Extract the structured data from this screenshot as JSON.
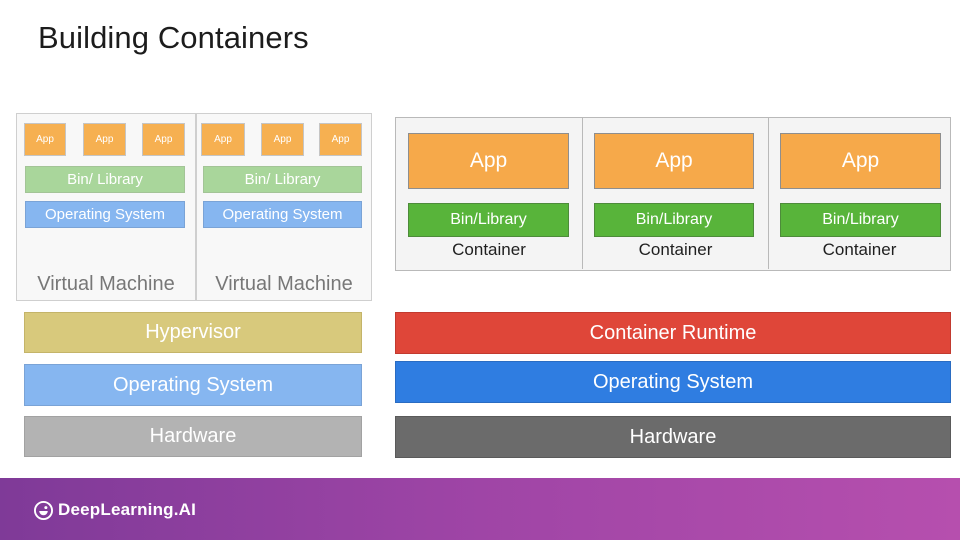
{
  "title": "Building Containers",
  "vm_stack": {
    "machines": [
      {
        "apps": [
          "App",
          "App",
          "App"
        ],
        "bin_library": "Bin/ Library",
        "os": "Operating System",
        "label": "Virtual Machine"
      },
      {
        "apps": [
          "App",
          "App",
          "App"
        ],
        "bin_library": "Bin/ Library",
        "os": "Operating System",
        "label": "Virtual Machine"
      }
    ],
    "hypervisor": "Hypervisor",
    "os": "Operating System",
    "hardware": "Hardware"
  },
  "container_stack": {
    "containers": [
      {
        "app": "App",
        "bin_library": "Bin/Library",
        "label": "Container"
      },
      {
        "app": "App",
        "bin_library": "Bin/Library",
        "label": "Container"
      },
      {
        "app": "App",
        "bin_library": "Bin/Library",
        "label": "Container"
      }
    ],
    "runtime": "Container Runtime",
    "os": "Operating System",
    "hardware": "Hardware"
  },
  "footer": {
    "brand": "DeepLearning.AI",
    "logo_icon": "deeplearning-logo-icon"
  },
  "colors": {
    "app": "#f6a94a",
    "bin_library": "#58b43a",
    "os": "#2f7de1",
    "hypervisor": "#d8c97c",
    "runtime": "#df4639",
    "hardware": "#6b6b6b",
    "footer": "#9f45a6"
  }
}
